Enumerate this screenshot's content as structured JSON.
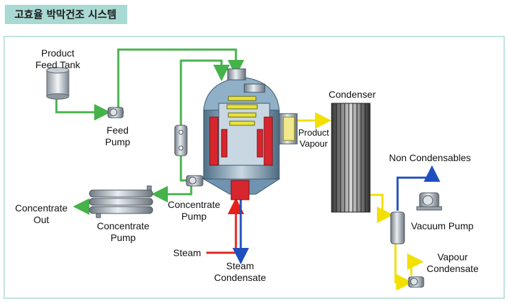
{
  "header": {
    "title": "고효율 박막건조 시스템"
  },
  "labels": {
    "product_feed_tank": [
      "Product",
      "Feed Tank"
    ],
    "feed_pump": [
      "Feed",
      "Pump"
    ],
    "concentrate_out": [
      "Concentrate",
      "Out"
    ],
    "concentrate_pump_left": [
      "Concentrate",
      "Pump"
    ],
    "concentrate_pump_center": [
      "Concentrate",
      "Pump"
    ],
    "steam": "Steam",
    "steam_condensate": [
      "Steam",
      "Condensate"
    ],
    "product_vapour": [
      "Product",
      "Vapour"
    ],
    "condenser": "Condenser",
    "non_condensables": "Non Condensables",
    "vacuum_pump": "Vacuum Pump",
    "vapour_condensate": [
      "Vapour",
      "Condensate"
    ]
  },
  "colors": {
    "title_bg": "#a9d9d3",
    "panel_border": "#bfe3de",
    "feed_line": "#46b24a",
    "vapour_line": "#f2e000",
    "steam_line": "#e2231a",
    "condensate_line": "#1f4fbf",
    "vessel_red": "#d7262e",
    "vessel_steel": "#6f93b0"
  }
}
